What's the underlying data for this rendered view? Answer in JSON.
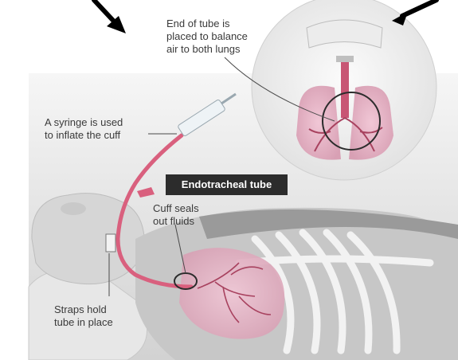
{
  "labels": {
    "end_of_tube": "End of tube is\nplaced to balance\nair to both lungs",
    "syringe": "A syringe is used\nto inflate the cuff",
    "endotracheal_tube": "Endotracheal tube",
    "cuff": "Cuff seals\nout fluids",
    "straps": "Straps hold\ntube in place"
  },
  "colors": {
    "tube": "#d9607e",
    "lung": "#e9b4c8",
    "airway": "#b94f6e",
    "skin": "#dcdcdc",
    "label_tag": "#2c2c2c"
  }
}
